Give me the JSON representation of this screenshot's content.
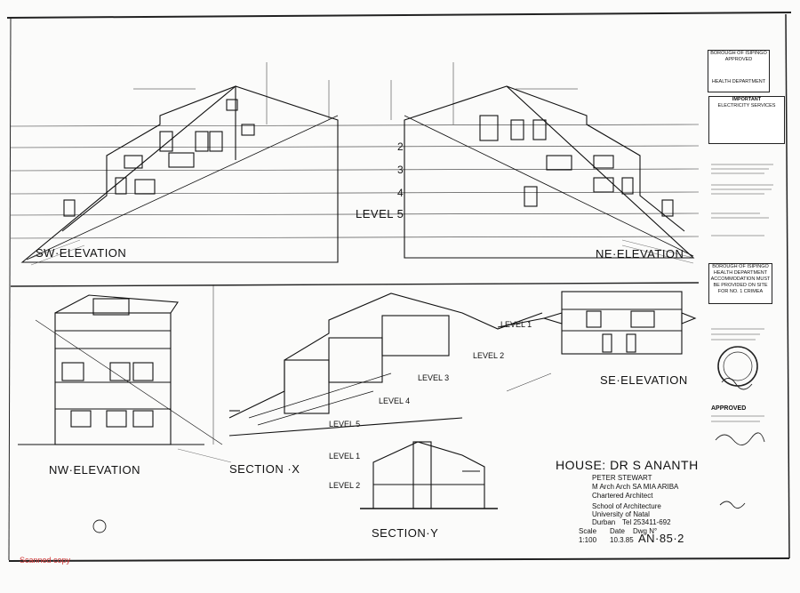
{
  "drawing": {
    "views": {
      "sw_elevation": "SW·ELEVATION",
      "ne_elevation": "NE·ELEVATION",
      "nw_elevation": "NW·ELEVATION",
      "se_elevation": "SE·ELEVATION",
      "section_x": "SECTION ·X",
      "section_y": "SECTION·Y"
    },
    "levels": {
      "top_2": "2",
      "top_3": "3",
      "top_4": "4",
      "top_5": "LEVEL 5",
      "sx_1": "LEVEL 1",
      "sx_2": "LEVEL 2",
      "sx_3": "LEVEL 3",
      "sx_4": "LEVEL 4",
      "sx_5": "LEVEL 5",
      "sy_1": "LEVEL 1",
      "sy_2": "LEVEL 2"
    }
  },
  "title_block": {
    "project": "HOUSE: DR S ANANTH",
    "architect_name": "PETER STEWART",
    "qualifications": "M Arch Arch SA MIA ARIBA",
    "role": "Chartered Architect",
    "school": "School of Architecture",
    "university": "University of Natal",
    "city": "Durban",
    "tel": "Tel 253411-692",
    "scale_label": "Scale",
    "scale_value": "1:100",
    "date_label": "Date",
    "date_value": "10.3.85",
    "dwg_label": "Dwg N°",
    "dwg_value": "AN·85·2"
  },
  "stamps": {
    "borough": {
      "line1": "BOROUGH OF ISIPINGO",
      "line2": "APPROVED",
      "line3": "HEALTH DEPARTMENT"
    },
    "electricity": {
      "line1": "IMPORTANT",
      "line2": "ELECTRICITY SERVICES"
    },
    "health": {
      "line1": "BOROUGH OF ISIPINGO",
      "line2": "HEALTH DEPARTMENT",
      "line3": "ACCOMMODATION MUST BE PROVIDED ON SITE FOR NO. 1 CRIMEA"
    },
    "approved": "APPROVED"
  },
  "footer": {
    "scan_note": "Scanned copy"
  }
}
